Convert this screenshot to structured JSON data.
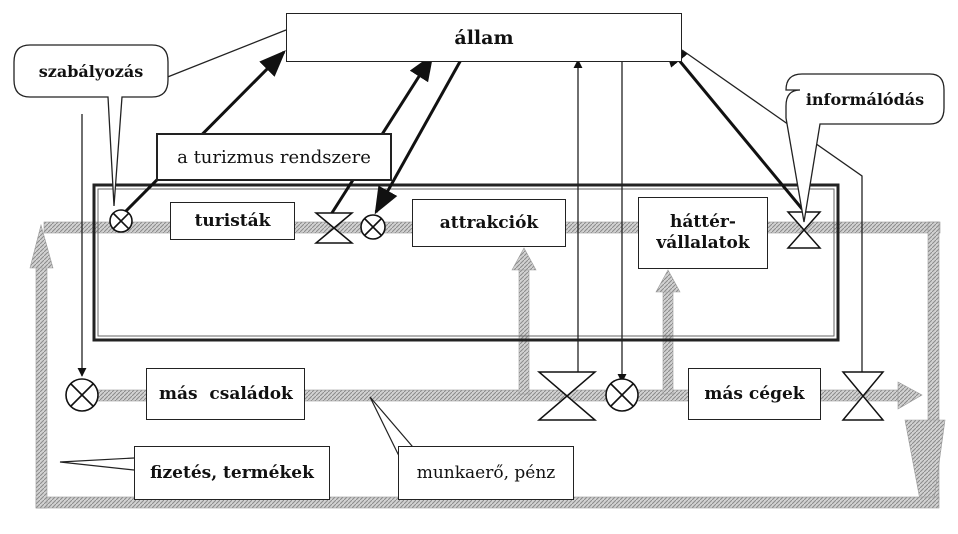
{
  "diagram": {
    "nodes": {
      "allam": "állam",
      "turizmus_rendszere": "a turizmus rendszere",
      "turistak": "turisták",
      "attrakciok": "attrakciók",
      "hatter_line1": "háttér-",
      "hatter_line2": "vállalatok",
      "mas_csaladok": "más  családok",
      "mas_cegek": "más cégek"
    },
    "callouts": {
      "szabalyozas": "szabályozás",
      "informalodas": "informálódás",
      "fizetes_termekek": "fizetés, termékek",
      "munkaero_penz": "munkaerő, pénz"
    }
  }
}
